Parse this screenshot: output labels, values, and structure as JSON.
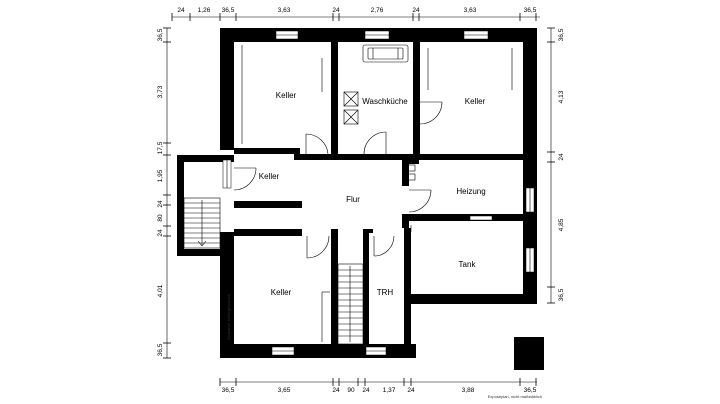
{
  "rooms": {
    "keller_nw": "Keller",
    "waschkueche": "Waschküche",
    "keller_ne": "Keller",
    "keller_w": "Keller",
    "flur": "Flur",
    "heizung": "Heizung",
    "tank": "Tank",
    "keller_sw": "Keller",
    "trh": "TRH"
  },
  "dims_top": [
    "24",
    "1,26",
    "36,5",
    "3,63",
    "24",
    "2,76",
    "24",
    "3,63",
    "36,5"
  ],
  "dims_bottom": [
    "36,5",
    "3,65",
    "24",
    "90",
    "24",
    "1,37",
    "24",
    "3,88",
    "36,5"
  ],
  "dims_left": [
    "36,5",
    "3,73",
    "17,5",
    "1,95",
    "24",
    "80",
    "24",
    "4,01",
    "36,5"
  ],
  "dims_right": [
    "36,5",
    "4,13",
    "24",
    "4,85",
    "36,5"
  ],
  "note": "Exposéplan, nicht maßstäblich",
  "watermark": "Grundriss Kellergeschoss"
}
